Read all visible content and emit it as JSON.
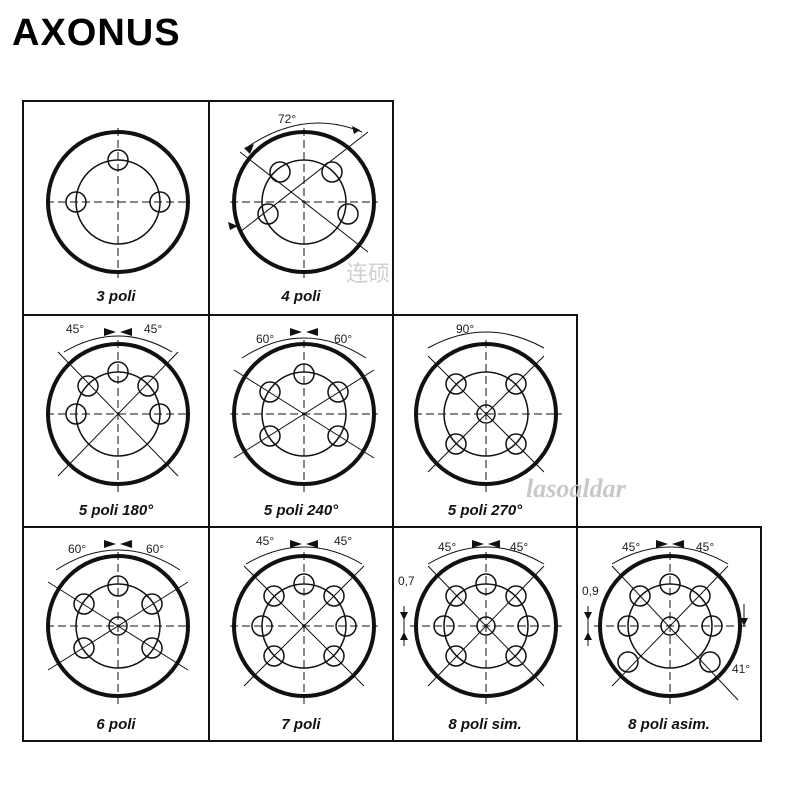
{
  "brand": "AXONUS",
  "watermarks": {
    "latin": "lasoaldar",
    "cjk": "连硕"
  },
  "cells": [
    {
      "id": "3",
      "caption": "3 poli",
      "angles": []
    },
    {
      "id": "4",
      "caption": "4 poli",
      "angles": [
        "72°"
      ]
    },
    {
      "id": "5a",
      "caption": "5 poli 180°",
      "angles": [
        "45°",
        "45°"
      ]
    },
    {
      "id": "5b",
      "caption": "5 poli 240°",
      "angles": [
        "60°",
        "60°"
      ]
    },
    {
      "id": "5c",
      "caption": "5 poli 270°",
      "angles": [
        "90°"
      ]
    },
    {
      "id": "6",
      "caption": "6 poli",
      "angles": [
        "60°",
        "60°"
      ]
    },
    {
      "id": "7",
      "caption": "7 poli",
      "angles": [
        "45°",
        "45°"
      ]
    },
    {
      "id": "8s",
      "caption": "8 poli sim.",
      "angles": [
        "45°",
        "45°"
      ],
      "side": "0,7"
    },
    {
      "id": "8a",
      "caption": "8 poli asim.",
      "angles": [
        "45°",
        "45°",
        "41°"
      ],
      "side": "0,9"
    }
  ]
}
